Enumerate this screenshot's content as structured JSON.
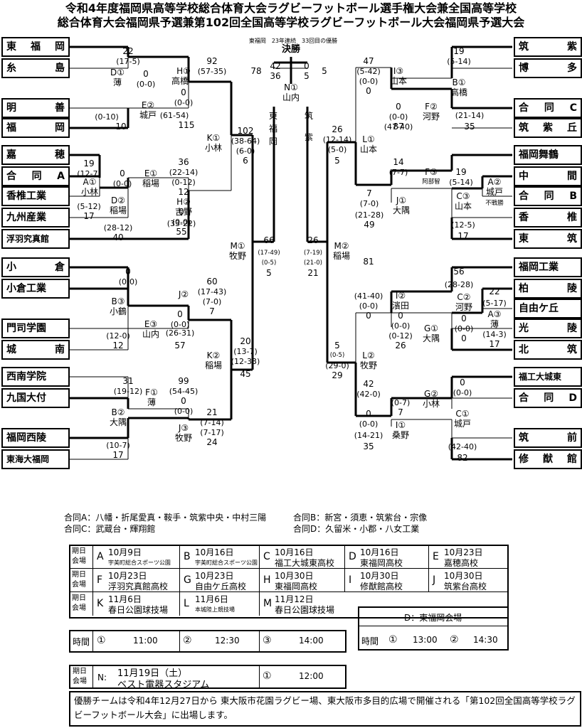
{
  "title": {
    "line1": "令和4年度福岡県高等学校総合体育大会ラグビーフットボール選手権大会兼全国高等学校",
    "line2": "総合体育大会福岡県予選兼第102回全国高等学校ラグビーフットボール大会福岡県予選大会"
  },
  "final": {
    "header": "東福岡　23年連続　33回目の優勝",
    "label": "決勝",
    "left_total": "78",
    "right_total": "5",
    "h1_left": "42",
    "h1_right": "0",
    "h2_left": "36",
    "h2_right": "5",
    "game": "N①",
    "venue": "山内",
    "left_team": [
      "東",
      "福",
      "岡"
    ],
    "right_team": [
      "筑",
      "紫"
    ]
  },
  "teams_left": [
    {
      "a": "東",
      "b": "福",
      "c": "岡"
    },
    {
      "a": "糸",
      "b": "島"
    },
    {
      "a": "明",
      "b": "善"
    },
    {
      "a": "福",
      "b": "岡"
    },
    {
      "a": "嘉",
      "b": "穂"
    },
    {
      "a": "合",
      "b": "同",
      "c": "A"
    },
    {
      "a": "香椎工業"
    },
    {
      "a": "九州産業"
    },
    {
      "a": "浮羽究真館"
    },
    {
      "a": "小",
      "b": "倉"
    },
    {
      "a": "小倉工業"
    },
    {
      "a": "門司学園"
    },
    {
      "a": "城",
      "b": "南"
    },
    {
      "a": "西南学院"
    },
    {
      "a": "九国大付"
    },
    {
      "a": "福岡西陵"
    },
    {
      "a": "東海大福岡"
    }
  ],
  "teams_right": [
    {
      "a": "筑",
      "b": "紫"
    },
    {
      "a": "博",
      "b": "多"
    },
    {
      "a": "合",
      "b": "同",
      "c": "C"
    },
    {
      "a": "筑",
      "b": "紫",
      "c": "丘"
    },
    {
      "a": "福岡舞鶴"
    },
    {
      "a": "中",
      "b": "間"
    },
    {
      "a": "合",
      "b": "同",
      "c": "B"
    },
    {
      "a": "香",
      "b": "椎"
    },
    {
      "a": "東",
      "b": "筑"
    },
    {
      "a": "福岡工業"
    },
    {
      "a": "柏",
      "b": "陵"
    },
    {
      "a": "自由ケ丘"
    },
    {
      "a": "光",
      "b": "陵"
    },
    {
      "a": "北",
      "b": "筑"
    },
    {
      "a": "福工大城東"
    },
    {
      "a": "合",
      "b": "同",
      "c": "D"
    },
    {
      "a": "筑",
      "b": "前"
    },
    {
      "a": "修",
      "b": "猷",
      "c": "館"
    }
  ],
  "bracket_text": [
    "22",
    "(17-5)",
    "D①",
    "薄",
    "0",
    "(0-0)",
    "(0-10)",
    "10",
    "E②",
    "城戸",
    "(61-54)",
    "115",
    "H①",
    "高橋",
    "92",
    "(57-35)",
    "0",
    "(0-0)",
    "K①",
    "小林",
    "102",
    "(38-64)",
    "(6-0)",
    "6",
    "19",
    "(12-7)",
    "A①",
    "小林",
    "(5-12)",
    "17",
    "0",
    "(0-0)",
    "D②",
    "稲場",
    "(28-12)",
    "40",
    "E①",
    "稲場",
    "36",
    "(22-14)",
    "(0-12)",
    "12",
    "H②",
    "吉野",
    "0",
    "(0-0)",
    "(33-22)",
    "55",
    "M①",
    "牧野",
    "66",
    "(17-49)",
    "(0-5)",
    "5",
    "0",
    "(0-0)",
    "B③",
    "小鶴",
    "(12-0)",
    "12",
    "E③",
    "山内",
    "0",
    "(0-0)",
    "(26-31)",
    "57",
    "J②",
    "60",
    "(17-43)",
    "(7-0)",
    "7",
    "K②",
    "稲場",
    "20",
    "(13-7)",
    "(12-33)",
    "45",
    "31",
    "(19-12)",
    "F①",
    "薄",
    "99",
    "(54-45)",
    "0",
    "(0-0)",
    "B②",
    "大隅",
    "J③",
    "牧野",
    "(10-7)",
    "17",
    "21",
    "(7-14)",
    "(7-17)",
    "24",
    "26",
    "(7-19)",
    "(21-0)",
    "21",
    "M②",
    "稲場",
    "26",
    "(12-14)",
    "(5-0)",
    "5",
    "L①",
    "山本",
    "47",
    "(5-42)",
    "(0-0)",
    "0",
    "I③",
    "山本",
    "0",
    "(0-0)",
    "(47-40)",
    "87",
    "19",
    "(5-14)",
    "B①",
    "高橋",
    "F②",
    "河野",
    "(21-14)",
    "35",
    "14",
    "(7-7)",
    "F③",
    "阿部智",
    "19",
    "(5-14)",
    "A②",
    "城戸",
    "不戦勝",
    "C③",
    "山本",
    "J①",
    "大隅",
    "7",
    "(7-0)",
    "(21-28)",
    "49",
    "(12-5)",
    "17",
    "5",
    "(0-5)",
    "(29-0)",
    "29",
    "L②",
    "牧野",
    "81",
    "(41-40)",
    "(0-0)",
    "0",
    "I②",
    "濱田",
    "0",
    "(0-0)",
    "(0-12)",
    "26",
    "G①",
    "大隅",
    "56",
    "(28-28)",
    "C②",
    "河野",
    "0",
    "(0-0)",
    "0",
    "22",
    "(5-17)",
    "A③",
    "薄",
    "(14-3)",
    "17",
    "42",
    "(42-0)",
    "(0-7)",
    "7",
    "G②",
    "小林",
    "I①",
    "桑野",
    "0",
    "(0-0)",
    "(14-21)",
    "35",
    "C①",
    "城戸",
    "0",
    "(0-0)",
    "(42-40)",
    "82"
  ],
  "notes": {
    "a": "合同A：八幡・折尾愛真・鞍手・筑紫中央・中村三陽",
    "b": "合同B：新宮・須恵・筑紫台・宗像",
    "c": "合同C：武蔵台・輝翔館",
    "d": "合同D：久留米・小郡・八女工業"
  },
  "schedule": {
    "label_day": "期日",
    "label_venue": "会場",
    "venues": [
      {
        "k": "A",
        "date": "10月9日",
        "place": "宇美町総合スポーツ公園",
        "small": true
      },
      {
        "k": "B",
        "date": "10月16日",
        "place": "宇美町総合スポーツ公園",
        "small": true
      },
      {
        "k": "C",
        "date": "10月16日",
        "place": "福工大城東高校",
        "small": false
      },
      {
        "k": "D",
        "date": "10月16日",
        "place": "東福岡高校",
        "small": false
      },
      {
        "k": "E",
        "date": "10月23日",
        "place": "嘉穂高校",
        "small": false
      },
      {
        "k": "F",
        "date": "10月23日",
        "place": "浮羽究真館高校",
        "small": false
      },
      {
        "k": "G",
        "date": "10月23日",
        "place": "自由ケ丘高校",
        "small": false
      },
      {
        "k": "H",
        "date": "10月30日",
        "place": "東福岡高校",
        "small": false
      },
      {
        "k": "I",
        "date": "10月30日",
        "place": "修猷館高校",
        "small": false
      },
      {
        "k": "J",
        "date": "10月30日",
        "place": "筑紫台高校",
        "small": false
      },
      {
        "k": "K",
        "date": "11月6日",
        "place": "春日公園球技場",
        "small": false
      },
      {
        "k": "L",
        "date": "11月6日",
        "place": "本城陸上競技場",
        "small": true
      },
      {
        "k": "M",
        "date": "11月12日",
        "place": "春日公園球技場",
        "small": false
      }
    ],
    "d_venue_title": "D：東福岡会場",
    "time_label": "時間",
    "times": [
      {
        "m": "①",
        "t": "11:00"
      },
      {
        "m": "②",
        "t": "12:30"
      },
      {
        "m": "③",
        "t": "14:00"
      }
    ],
    "d_times": [
      {
        "m": "①",
        "t": "13:00"
      },
      {
        "m": "②",
        "t": "14:30"
      }
    ],
    "final_key": "N:",
    "final_date": "11月19日（土）",
    "final_place": "ベスト電器スタジアム",
    "final_time_mark": "①",
    "final_time": "12:00"
  },
  "footer": "優勝チームは令和4年12月27日から 東大阪市花園ラグビー場、東大阪市多目的広場で開催される「第102回全国高等学校ラグビーフットボール大会」に出場します。"
}
